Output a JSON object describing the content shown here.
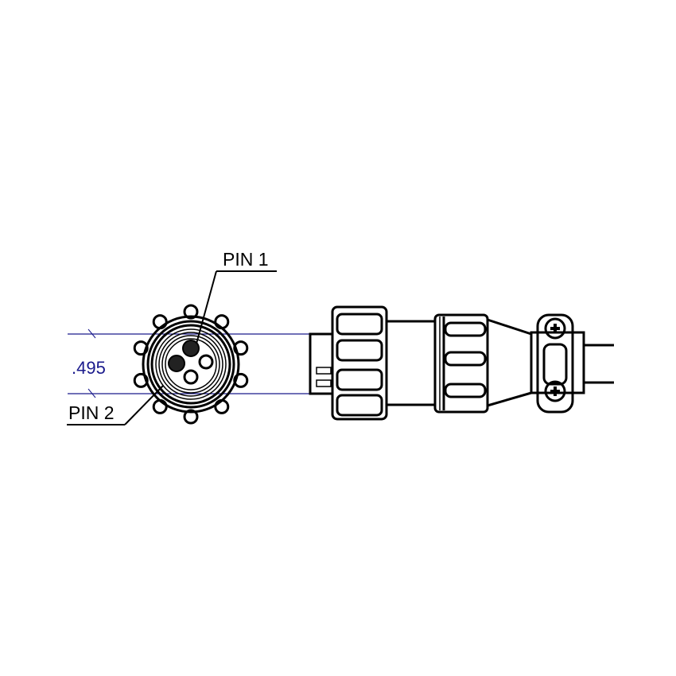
{
  "labels": {
    "pin1": "PIN 1",
    "pin2": "PIN 2"
  },
  "dimension": {
    "value": ".495",
    "color": "#1a1a8c"
  },
  "colors": {
    "line": "#000000",
    "background": "#ffffff"
  }
}
